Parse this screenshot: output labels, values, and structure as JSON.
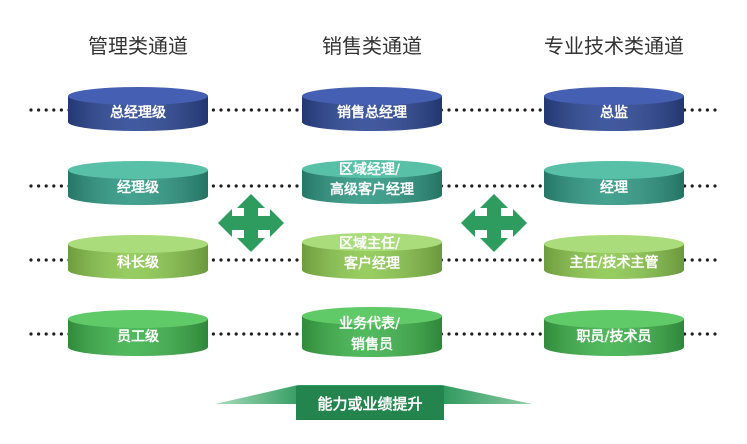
{
  "channels": [
    {
      "title": "管理类通道",
      "levels": [
        [
          "总经理级"
        ],
        [
          "经理级"
        ],
        [
          "科长级"
        ],
        [
          "员工级"
        ]
      ]
    },
    {
      "title": "销售类通道",
      "levels": [
        [
          "销售总经理"
        ],
        [
          "区域经理/",
          "高级客户经理"
        ],
        [
          "区域主任/",
          "客户经理"
        ],
        [
          "业务代表/",
          "销售员"
        ]
      ]
    },
    {
      "title": "专业技术类通道",
      "levels": [
        [
          "总监"
        ],
        [
          "经理"
        ],
        [
          "主任/技术主管"
        ],
        [
          "职员/技术员"
        ]
      ]
    }
  ],
  "progression_label": "能力或业绩提升",
  "icons": {
    "lateral_move": "four-way-arrow-icon",
    "progression": "upward-arrow-icon"
  },
  "colors": {
    "tiers": [
      {
        "top": "#4560b3",
        "side": "#2c4794"
      },
      {
        "top": "#58c0a7",
        "side": "#2f9883"
      },
      {
        "top": "#abdc7b",
        "side": "#8cc84f"
      },
      {
        "top": "#5fca67",
        "side": "#3db24b"
      }
    ],
    "arrow": "#2e9c5e",
    "progression": "#23844d",
    "header_text": "#333333"
  }
}
